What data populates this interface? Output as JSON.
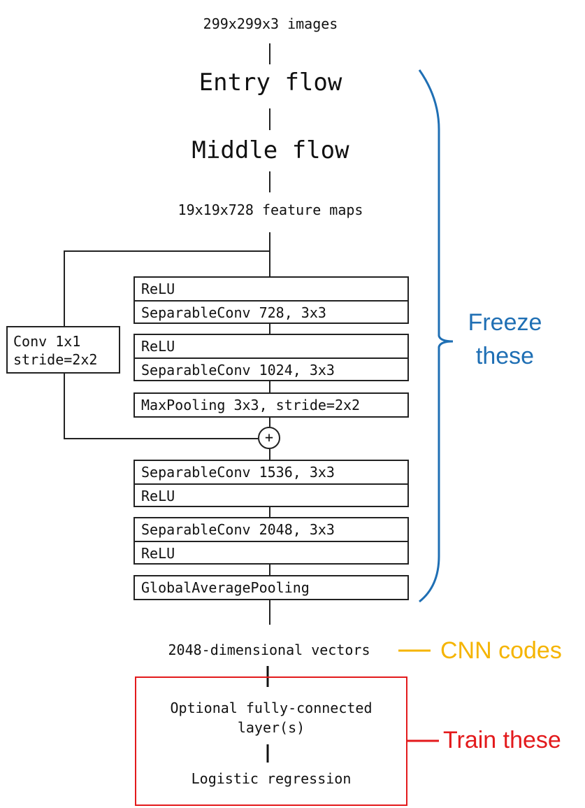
{
  "diagram": {
    "input_label": "299x299x3 images",
    "entry_flow": "Entry flow",
    "middle_flow": "Middle flow",
    "feature_maps": "19x19x728 feature maps",
    "exit_blocks": {
      "block1": [
        "ReLU",
        "SeparableConv 728, 3x3"
      ],
      "block2": [
        "ReLU",
        "SeparableConv 1024, 3x3"
      ],
      "block3": [
        "MaxPooling 3x3, stride=2x2"
      ],
      "block4": [
        "SeparableConv 1536, 3x3",
        "ReLU"
      ],
      "block5": [
        "SeparableConv 2048, 3x3",
        "ReLU"
      ],
      "block6": [
        "GlobalAveragePooling"
      ]
    },
    "shortcut": {
      "line1": "Conv 1x1",
      "line2": "stride=2x2"
    },
    "plus_symbol": "+",
    "output_vectors": "2048-dimensional vectors",
    "trainable": {
      "fc_line1": "Optional fully-connected",
      "fc_line2": "layer(s)",
      "logistic": "Logistic regression"
    }
  },
  "annotations": {
    "freeze_line1": "Freeze",
    "freeze_line2": "these",
    "cnn_codes": "CNN codes",
    "train_these": "Train these"
  },
  "colors": {
    "freeze": "#1f6fb4",
    "cnn_codes": "#f5b400",
    "train": "#e31a1c",
    "lines": "#222222"
  }
}
